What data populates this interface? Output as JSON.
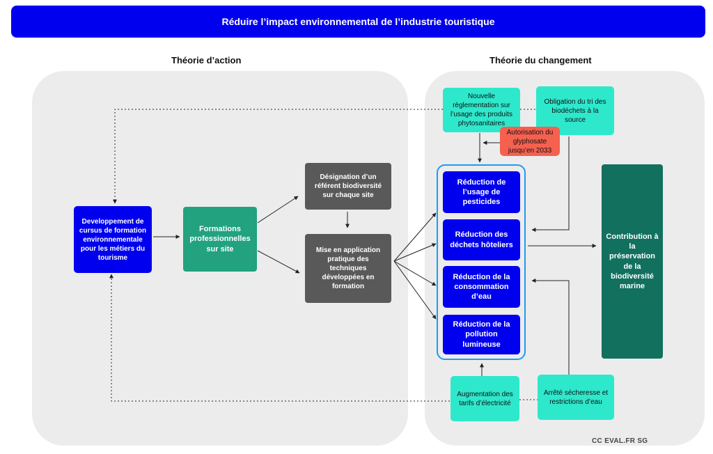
{
  "title": "Réduire l’impact  environnemental de l’industrie touristique",
  "sections": {
    "action": "Théorie d’action",
    "change": "Théorie du changement"
  },
  "nodes": {
    "cursus": "Developpement de cursus de formation environnementale pour les métiers du tourisme",
    "formations": "Formations professionnelles sur site",
    "referent": "Désignation d’un référent biodiversité sur chaque site",
    "mise": "Mise en application pratique des techniques développées en formation",
    "reglementation": "Nouvelle règlementation sur l’usage des produits phytosanitaires",
    "obligation": "Obligation du tri des biodéchets à la source",
    "glyphosate": "Autorisation du glyphosate jusqu’en 2033",
    "pesticides": "Réduction de l’usage de pesticides",
    "dechets": "Réduction des déchets hôteliers",
    "eau": "Réduction de la consommation d’eau",
    "lumineuse": "Réduction de la pollution lumineuse",
    "contribution": "Contribution à la préservation de la biodiversité marine",
    "tarifs": "Augmentation des tarifs d’électricité",
    "secheresse": "Arrêté sécheresse et restrictions d’eau"
  },
  "credit": "CC EVAL.FR SG",
  "colors": {
    "title": "#0000ee",
    "outcome": "#0000ee",
    "training": "#22a27f",
    "activity": "#595959",
    "context": "#2ee8cc",
    "risk": "#f5604f",
    "impact": "#12705f",
    "panel": "#ececec"
  }
}
